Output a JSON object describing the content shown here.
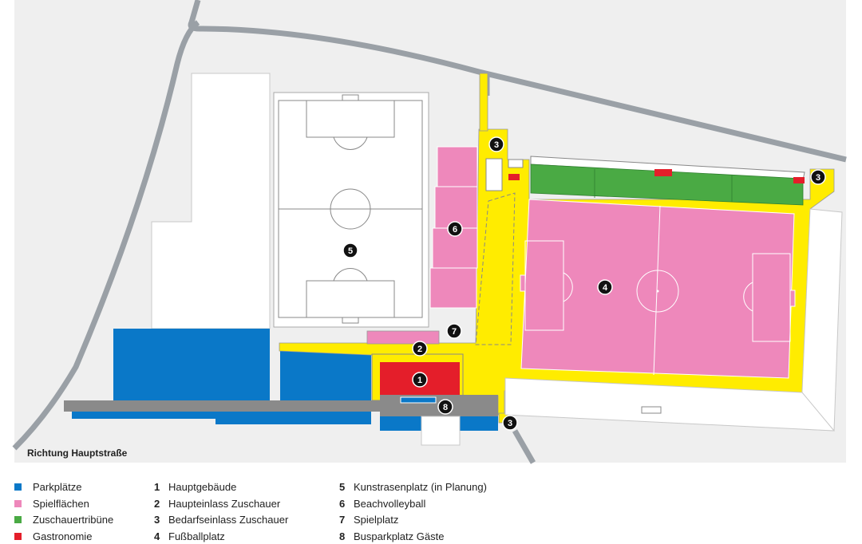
{
  "map": {
    "direction_label": "Richtung Hauptstraße",
    "markers": {
      "main_building": "1",
      "main_entrance": "2",
      "entrance_nw": "3",
      "entrance_ne": "3",
      "entrance_s": "3",
      "football_pitch": "4",
      "artificial_pitch": "5",
      "beachvolleyball": "6",
      "playground": "7",
      "bus_parking": "8"
    }
  },
  "colors": {
    "background": "#efefef",
    "parking": "#0a78c8",
    "play_areas": "#ee88bb",
    "grandstand": "#4aaa44",
    "gastronomy": "#e41e2a",
    "paths": "#ffec00",
    "roads": "#9aa0a6",
    "bus_lane": "#8a8a8a"
  },
  "legend": {
    "colors": [
      {
        "label": "Parkplätze",
        "color": "#0a78c8"
      },
      {
        "label": "Spielflächen",
        "color": "#ee88bb"
      },
      {
        "label": "Zuschauertribüne",
        "color": "#4aaa44"
      },
      {
        "label": "Gastronomie",
        "color": "#e41e2a"
      }
    ],
    "numbered_col1": [
      {
        "num": "1",
        "label": "Hauptgebäude"
      },
      {
        "num": "2",
        "label": "Haupteinlass Zuschauer"
      },
      {
        "num": "3",
        "label": "Bedarfseinlass Zuschauer"
      },
      {
        "num": "4",
        "label": "Fußballplatz"
      }
    ],
    "numbered_col2": [
      {
        "num": "5",
        "label": "Kunstrasenplatz (in Planung)"
      },
      {
        "num": "6",
        "label": "Beachvolleyball"
      },
      {
        "num": "7",
        "label": "Spielplatz"
      },
      {
        "num": "8",
        "label": "Busparkplatz Gäste"
      }
    ]
  }
}
